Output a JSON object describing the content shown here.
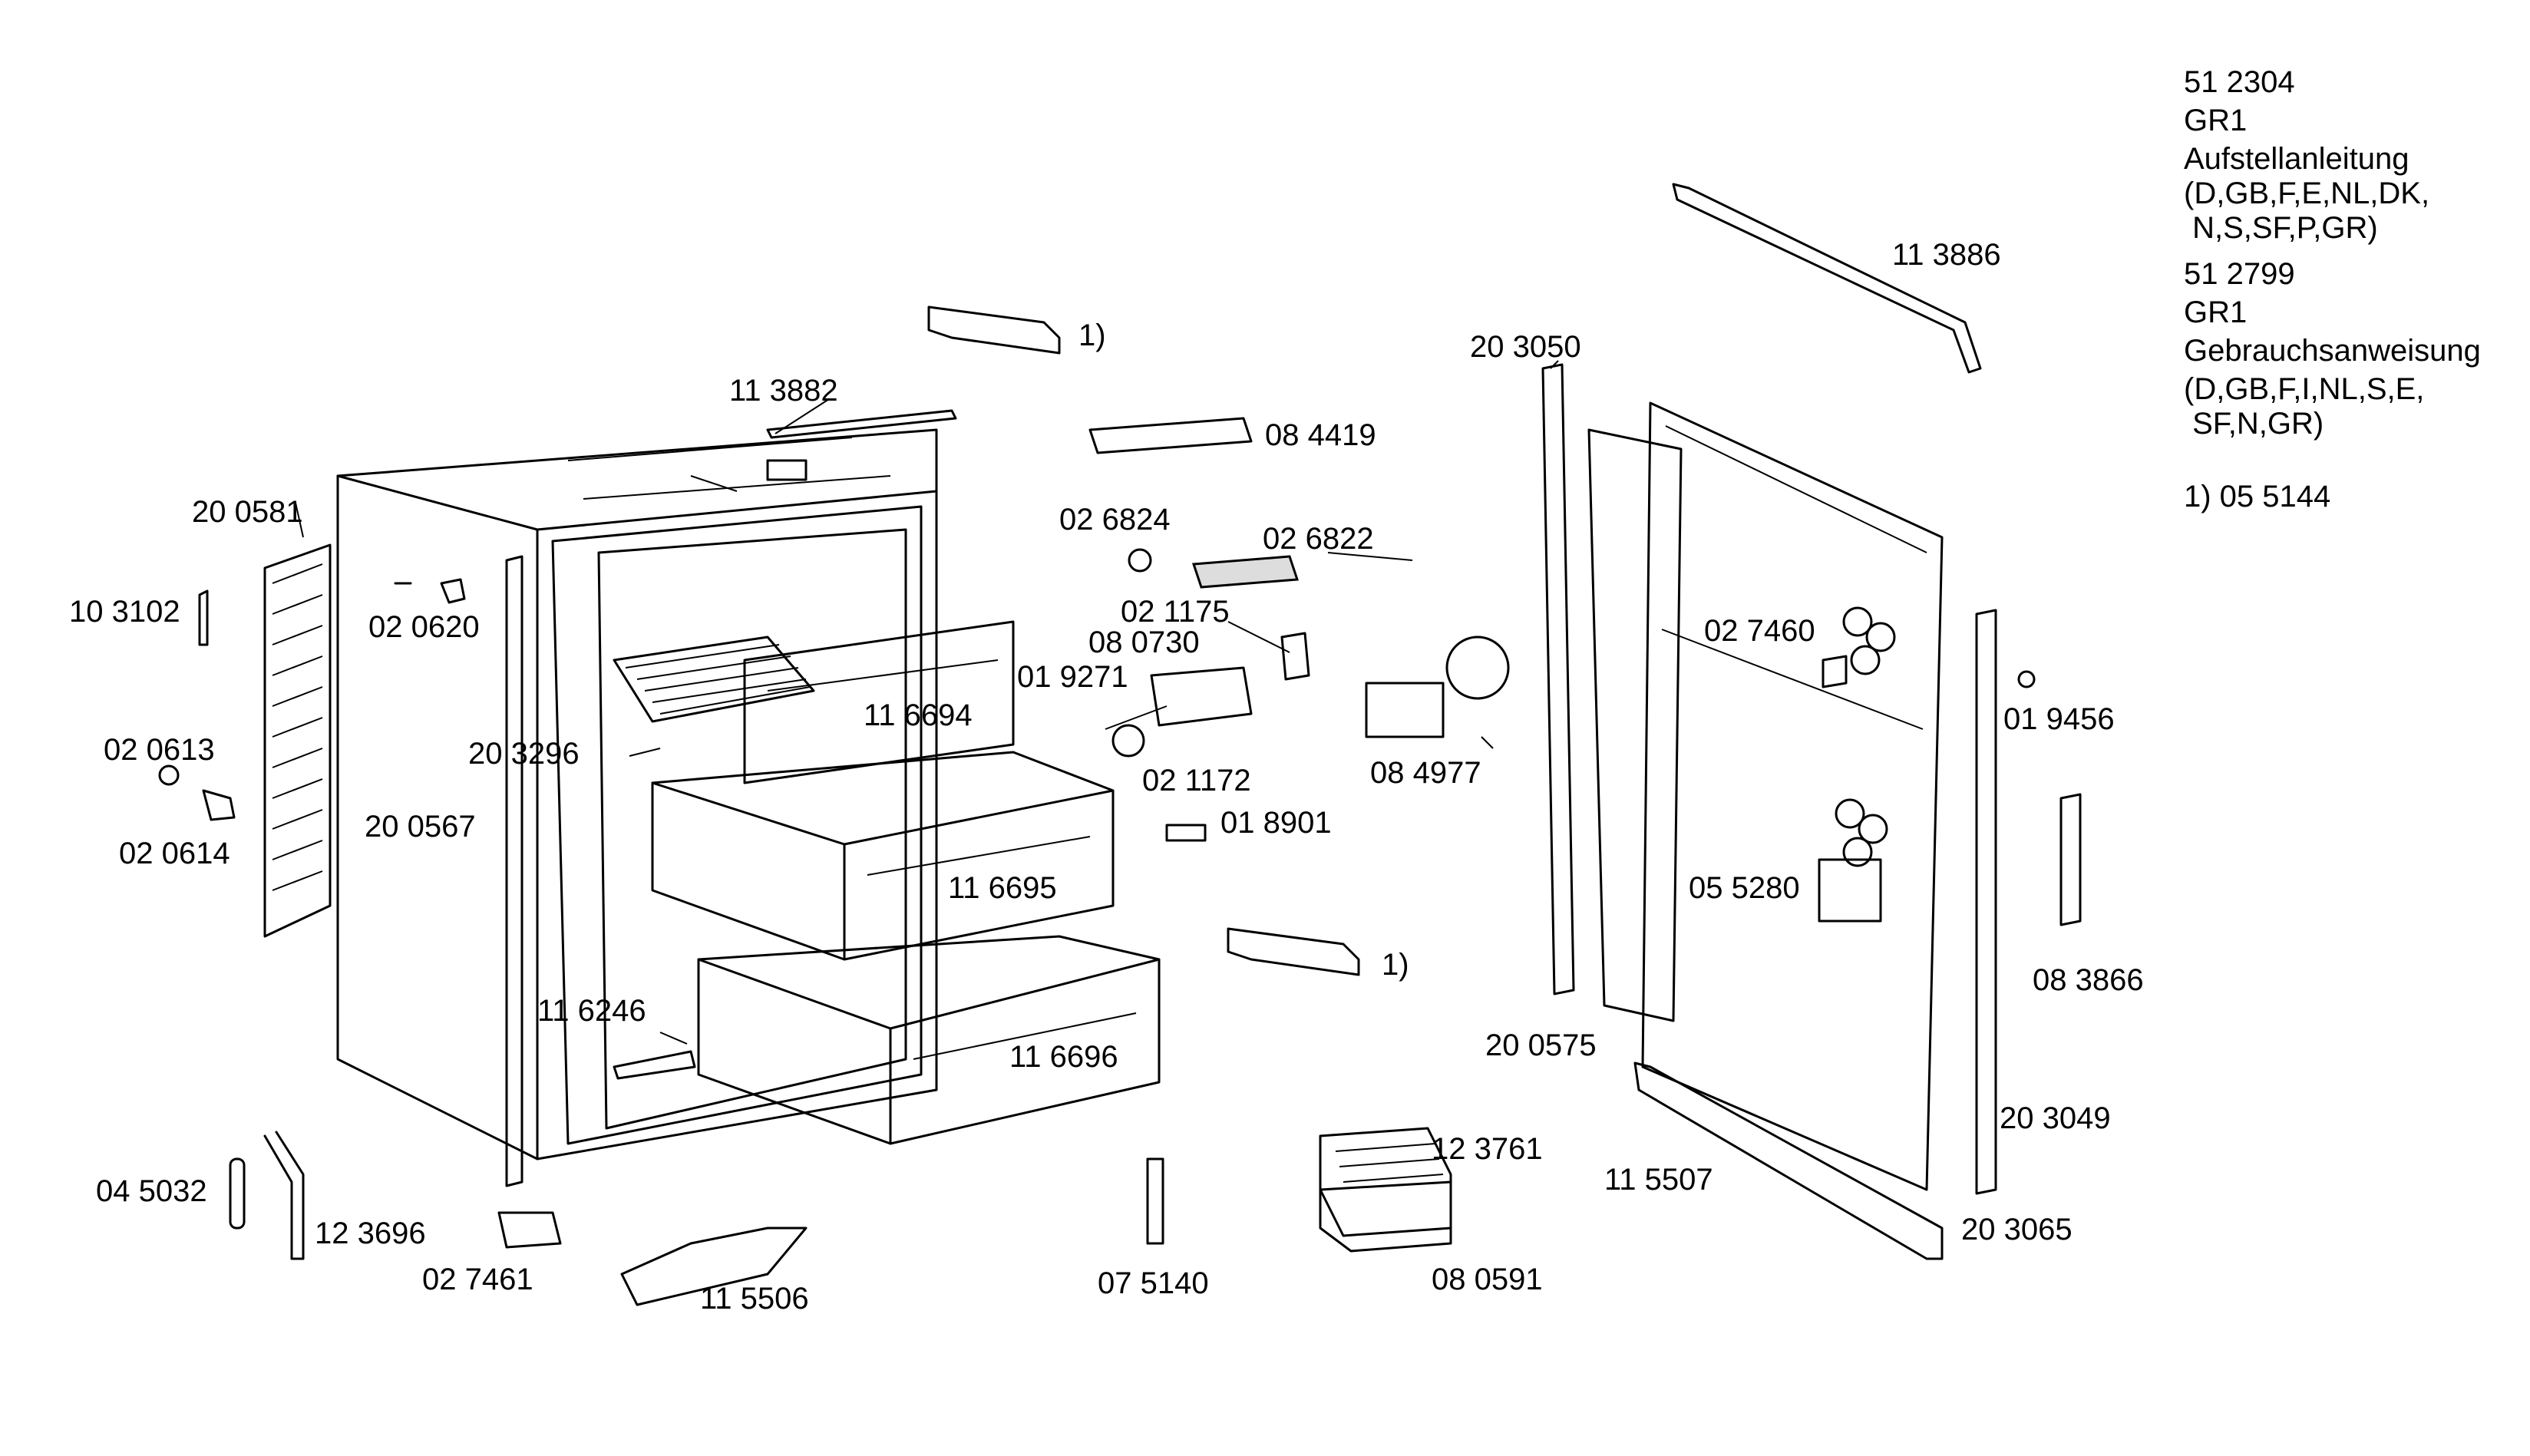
{
  "labels": {
    "p113882": "11 3882",
    "p200581": "20 0581",
    "p103102": "10 3102",
    "p020620": "02 0620",
    "p020613": "02 0613",
    "p020614": "02 0614",
    "p200567": "20 0567",
    "p203296": "20 3296",
    "p116694": "11 6694",
    "p116695": "11 6695",
    "p116246": "11 6246",
    "p116696": "11 6696",
    "p045032": "04 5032",
    "p123696": "12 3696",
    "p027461": "02 7461",
    "p115506": "11 5506",
    "p084419": "08 4419",
    "p026824": "02 6824",
    "p026822": "02 6822",
    "p021175": "02 1175",
    "p080730": "08 0730",
    "p019271": "01 9271",
    "p021172": "02 1172",
    "p084977": "08 4977",
    "p018901": "01 8901",
    "p075140": "07 5140",
    "p123761": "12 3761",
    "p080591": "08 0591",
    "p203050": "20 3050",
    "p113886": "11 3886",
    "p027460": "02 7460",
    "p055280": "05 5280",
    "p200575": "20 0575",
    "p115507": "11 5507",
    "p203065": "20 3065",
    "p203049": "20 3049",
    "p019456": "01 9456",
    "p083866": "08 3866",
    "ref1a": "1)",
    "ref1b": "1)"
  },
  "notes": [
    "51 2304",
    "GR1",
    "Aufstellanleitung",
    "(D,GB,F,E,NL,DK,",
    " N,S,SF,P,GR)",
    "51 2799",
    "GR1",
    "Gebrauchsanweisung",
    "(D,GB,F,I,NL,S,E,",
    " SF,N,GR)",
    "",
    "1) 05 5144"
  ]
}
